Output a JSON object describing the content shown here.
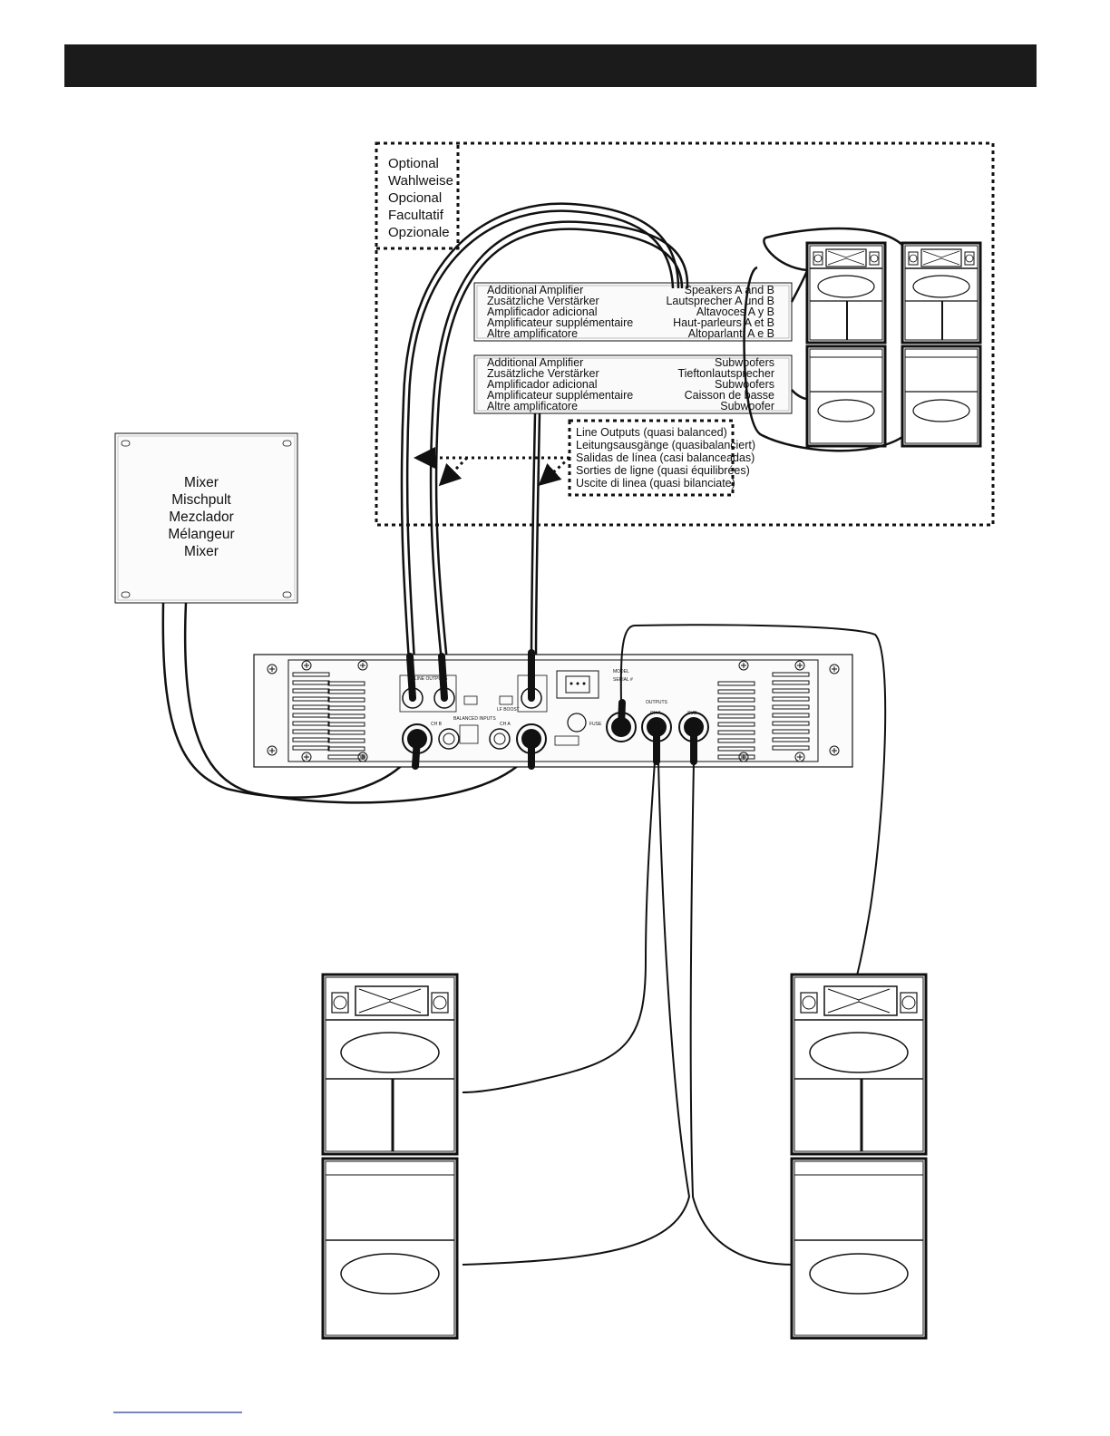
{
  "header": {
    "title": ""
  },
  "optional_box": {
    "lines": [
      "Optional",
      "Wahlweise",
      "Opcional",
      "Facultatif",
      "Opzionale"
    ]
  },
  "amp_panel_top": {
    "left": [
      "Additional Amplifier",
      "Zusätzliche Verstärker",
      "Amplificador adicional",
      "Amplificateur supplémentaire",
      "Altre amplificatore"
    ],
    "right": [
      "Speakers A and  B",
      "Lautsprecher A und  B",
      "Altavoces A y B",
      "Haut-parleurs A et B",
      "Altoparlanti A e B"
    ]
  },
  "amp_panel_bottom": {
    "left": [
      "Additional Amplifier",
      "Zusätzliche Verstärker",
      "Amplificador adicional",
      "Amplificateur supplémentaire",
      "Altre amplificatore"
    ],
    "right": [
      "Subwoofers",
      "Tieftonlautsprecher",
      "Subwoofers",
      "Caisson de basse",
      "Subwoofer"
    ]
  },
  "line_outputs_box": {
    "lines": [
      "Line Outputs (quasi balanced)",
      "Leitungsausgänge (quasibalanciert)",
      "Salidas de línea (casi balanceadas)",
      "Sorties de ligne (quasi équilibrées)",
      "Uscite di linea (quasi bilanciate)"
    ]
  },
  "mixer": {
    "lines": [
      "Mixer",
      "Mischpult",
      "Mezclador",
      "Mélangeur",
      "Mixer"
    ]
  },
  "amplifier": {
    "line_outputs": "LINE OUTPUTS",
    "balanced_inputs": "BALANCED INPUTS",
    "ch_b": "CH B",
    "ch_a": "CH A",
    "outputs": "OUTPUTS",
    "out_ch_a": "CH A",
    "out_sub": "SUB",
    "model": "MODEL",
    "serial": "SERIAL #",
    "lf_boost": "LF BOOST",
    "fuse": "FUSE"
  },
  "colors": {
    "header_bar": "#1b1b1b",
    "ink": "#111111",
    "panel_fill": "#f4f4f4"
  }
}
